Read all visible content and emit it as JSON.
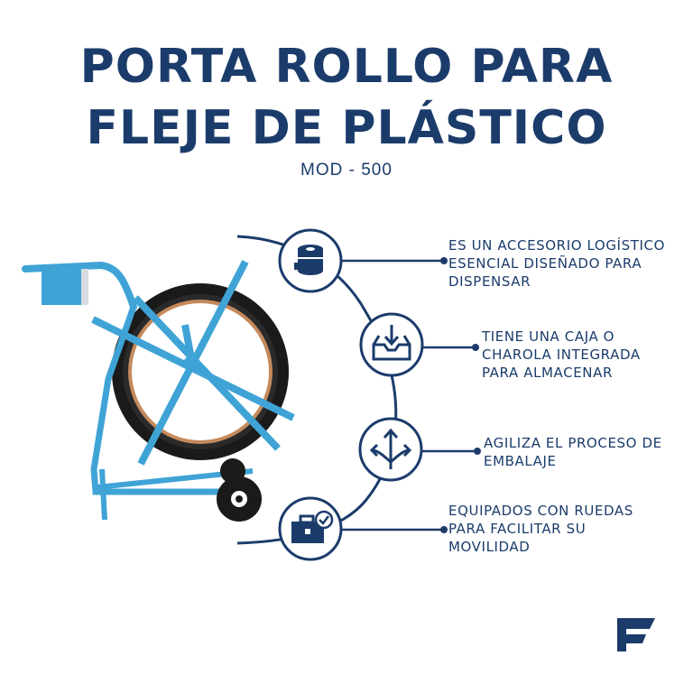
{
  "title_line1": "PORTA ROLLO PARA",
  "title_line2": "FLEJE DE PLÁSTICO",
  "model": "MOD - 500",
  "features": [
    {
      "icon": "tape-roll-icon",
      "lines": [
        "ES UN ACCESORIO LOGÍSTICO",
        "ESENCIAL DISEÑADO PARA",
        "DISPENSAR"
      ]
    },
    {
      "icon": "inbox-download-icon",
      "lines": [
        "TIENE UNA CAJA O",
        "CHAROLA INTEGRADA",
        "PARA ALMACENAR"
      ]
    },
    {
      "icon": "split-arrows-icon",
      "lines": [
        "AGILIZA EL PROCESO DE",
        "EMBALAJE"
      ]
    },
    {
      "icon": "briefcase-check-icon",
      "lines": [
        "EQUIPADOS CON RUEDAS",
        "PARA FACILITAR SU",
        "MOVILIDAD"
      ]
    }
  ],
  "colors": {
    "navy": "#1b3c6b",
    "cart_blue": "#3fa3d6",
    "coil_black": "#1a1a1a",
    "coil_copper": "#c58a5c"
  }
}
